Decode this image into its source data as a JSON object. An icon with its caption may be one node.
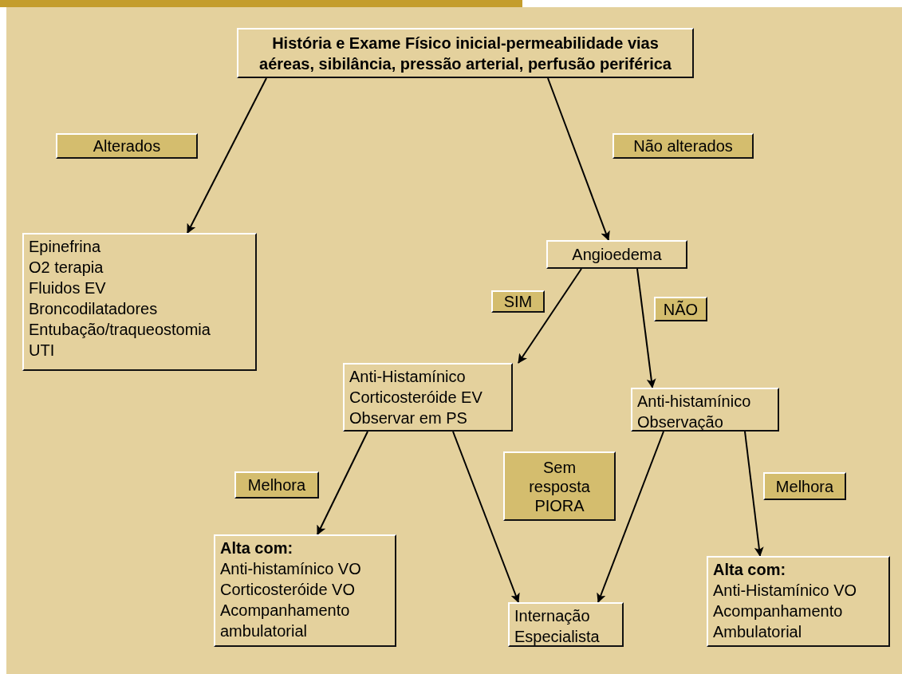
{
  "diagram": {
    "nodes": [
      {
        "text": [
          "História e Exame Físico inicial-permeabilidade vias aéreas, sibilância, pressão arterial, perfusão periférica"
        ]
      },
      {
        "text": [
          "Epinefrina",
          "O2 terapia",
          "Fluidos EV",
          "Broncodilatadores",
          "Entubação/traqueostomia",
          "UTI"
        ]
      },
      {
        "text": [
          "Angioedema"
        ]
      },
      {
        "text": [
          "Anti-Histamínico",
          "Corticosteróide EV",
          "Observar em PS"
        ]
      },
      {
        "text": [
          "Anti-histamínico",
          "Observação"
        ]
      },
      {
        "text": [
          "Alta com:",
          "Anti-histamínico VO",
          "Corticosteróide VO",
          "Acompanhamento ambulatorial"
        ]
      },
      {
        "text": [
          "Internação",
          "Especialista"
        ]
      },
      {
        "text": [
          "Alta com:",
          "Anti-Histamínico VO",
          "Acompanhamento",
          "Ambulatorial"
        ]
      }
    ],
    "edges": [
      {
        "from": 0,
        "to": 1,
        "arrow": "to",
        "label": "Alterados"
      },
      {
        "from": 0,
        "to": 2,
        "arrow": "to",
        "label": "Não alterados"
      },
      {
        "from": 2,
        "to": 3,
        "arrow": "to",
        "label": "SIM"
      },
      {
        "from": 2,
        "to": 4,
        "arrow": "to",
        "label": "NÃO"
      },
      {
        "from": 3,
        "to": 5,
        "arrow": "to",
        "label": "Melhora"
      },
      {
        "from": 3,
        "to": 6,
        "arrow": "to",
        "label": "Sem resposta PIORA"
      },
      {
        "from": 4,
        "to": 6,
        "arrow": "to"
      },
      {
        "from": 4,
        "to": 7,
        "arrow": "to",
        "label": "Melhora"
      }
    ]
  }
}
